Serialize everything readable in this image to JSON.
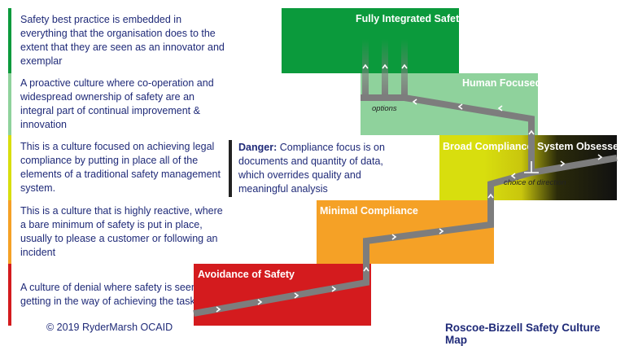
{
  "descriptions": {
    "fully_integrated": "Safety best practice is embedded in everything that the organisation does to the extent that they are seen as an innovator and exemplar",
    "human_focused": "A proactive culture where co-operation and widespread ownership of safety are an integral part of continual improvement & innovation",
    "broad_compliance": "This is a culture focused on achieving legal compliance by putting in place all of the elements of a traditional safety management system.",
    "minimal_compliance": "This is a culture that is highly reactive, where a bare minimum of safety is put in place, usually to please a customer or following an incident",
    "avoidance": "A culture of denial where safety is seen as getting in the way of achieving the task"
  },
  "danger": {
    "label": "Danger:",
    "text": "Compliance focus is on documents and quantity of data, which overrides quality and meaningful analysis"
  },
  "levels": {
    "fully_integrated": "Fully Integrated Safety",
    "human_focused": "Human Focused",
    "broad_compliance": "Broad Compliance",
    "system_obsessed": "System Obsessed",
    "minimal_compliance": "Minimal Compliance",
    "avoidance": "Avoidance of Safety"
  },
  "annotations": {
    "options": "options",
    "choice": "choice of direction"
  },
  "footer": {
    "copyright": "© 2019 RyderMarsh OCAID",
    "title": "Roscoe-Bizzell Safety Culture Map"
  },
  "colors": {
    "green": "#0b9a3c",
    "light_green": "#8fd29c",
    "yellow": "#d8de0e",
    "orange": "#f5a126",
    "red": "#d41b1e",
    "black": "#111111",
    "path": "#7d7d7d",
    "text": "#1f2a78"
  }
}
